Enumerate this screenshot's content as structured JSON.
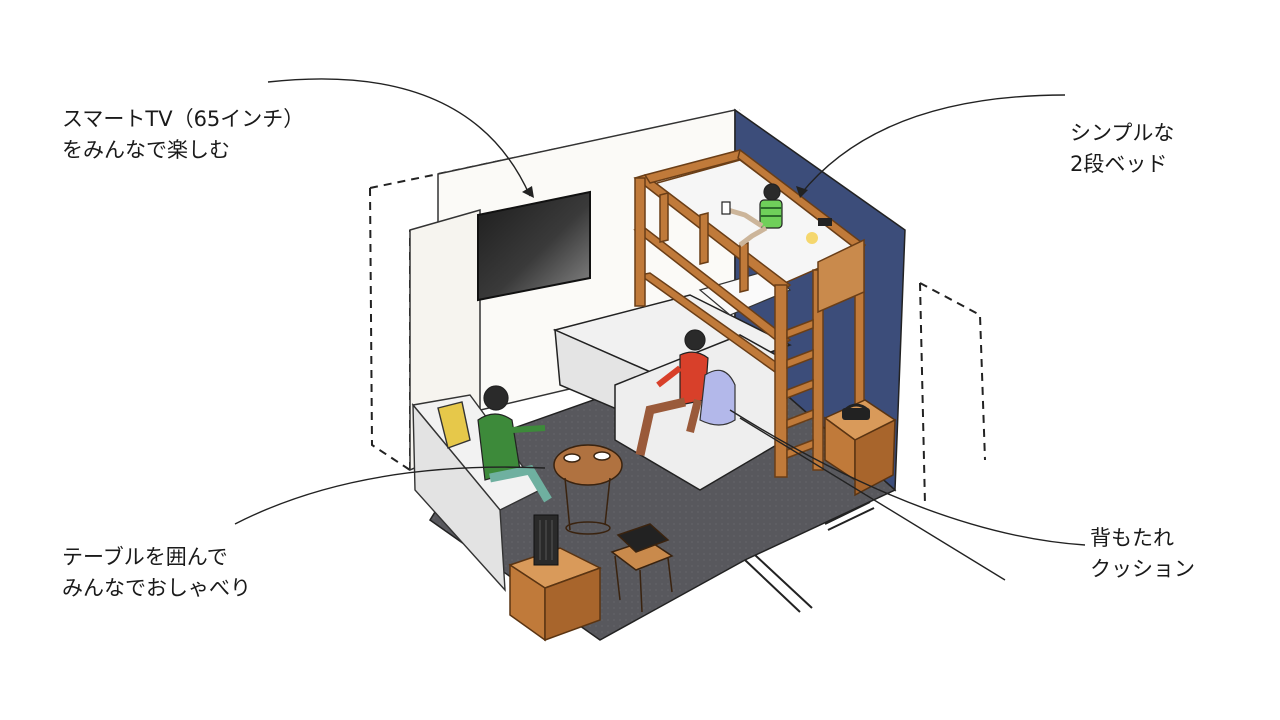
{
  "annotations": {
    "tv": {
      "line1": "スマートTV（65インチ）",
      "line2": "をみんなで楽しむ"
    },
    "bunk_bed": {
      "line1": "シンプルな",
      "line2": "2段ベッド"
    },
    "table": {
      "line1": "テーブルを囲んで",
      "line2": "みんなでおしゃべり"
    },
    "cushion": {
      "line1": "背もたれ",
      "line2": "クッション"
    }
  },
  "colors": {
    "wood": "#c07a3a",
    "wood_dark": "#8a5424",
    "accent_wall": "#3c4d7a",
    "floor": "#55555a",
    "sofa": "#e8e8e8",
    "tv": "#2a2a2a",
    "shirt_red": "#d8402a",
    "shirt_green": "#3d8a3a",
    "stripe_green": "#6fcf5a",
    "cushion_yellow": "#e6c84a",
    "backpack": "#b3b8ea"
  }
}
